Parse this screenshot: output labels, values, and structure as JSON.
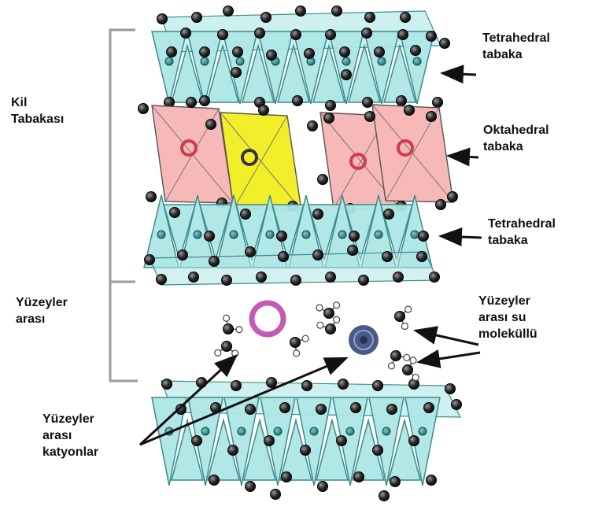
{
  "labels": {
    "kil_tabakasi": [
      "Kil",
      "Tabakası"
    ],
    "yuzeyler_arasi": [
      "Yüzeyler",
      "arası"
    ],
    "tetrahedral_top": [
      "Tetrahedral",
      "tabaka"
    ],
    "oktahedral": [
      "Oktahedral",
      "tabaka"
    ],
    "tetrahedral_bottom": [
      "Tetrahedral",
      "tabaka"
    ],
    "su_molekullu": [
      "Yüzeyler",
      "arası su",
      "moleküllü"
    ],
    "katyonlar": [
      "Yüzeyler",
      "arası",
      "katyonlar"
    ]
  },
  "colors": {
    "tetrahedron": "#aee6e6",
    "octahedron_pink": "#f7b8b8",
    "octahedron_yellow": "#f2ef2a",
    "atom": "#1e1e1e",
    "cation_magenta": "#c25ab8",
    "cation_blue": "#4a5a86",
    "bracket": "#9a9a9a"
  }
}
